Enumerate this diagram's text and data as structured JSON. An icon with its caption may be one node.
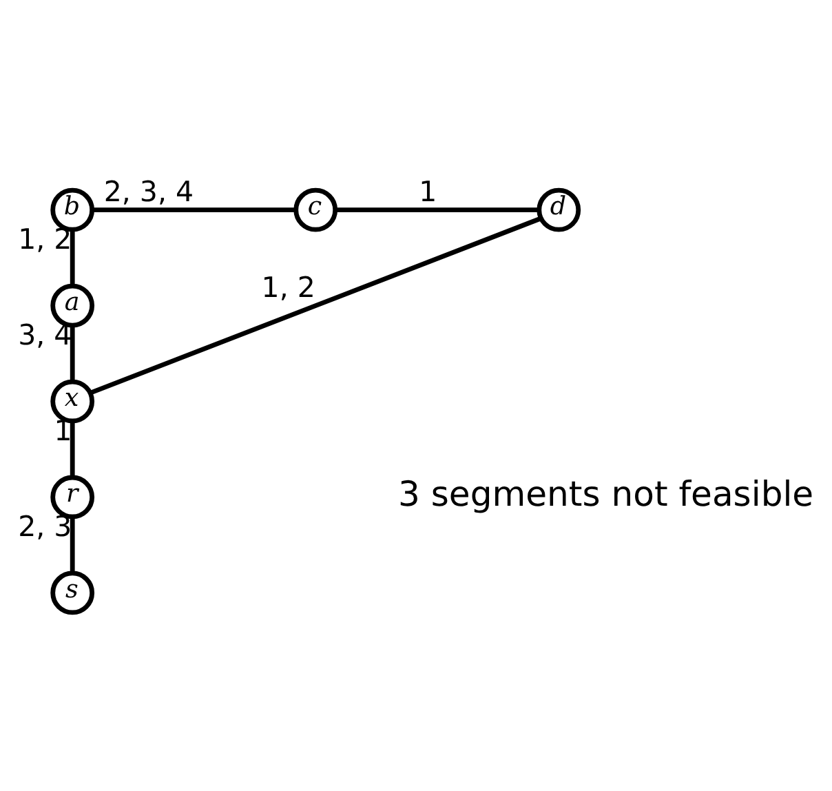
{
  "diagram": {
    "nodes": [
      {
        "text": [
          "b"
        ]
      },
      {
        "text": [
          "c"
        ]
      },
      {
        "text": [
          "d"
        ]
      },
      {
        "text": [
          "a"
        ]
      },
      {
        "text": [
          "x"
        ]
      },
      {
        "text": [
          "r"
        ]
      },
      {
        "text": [
          "s"
        ]
      }
    ],
    "edges": [
      {
        "from": 0,
        "to": 1,
        "arrow": "none",
        "label": "2, 3, 4"
      },
      {
        "from": 1,
        "to": 2,
        "arrow": "none",
        "label": "1"
      },
      {
        "from": 0,
        "to": 3,
        "arrow": "none",
        "label": "1, 2"
      },
      {
        "from": 3,
        "to": 4,
        "arrow": "none",
        "label": "3, 4"
      },
      {
        "from": 4,
        "to": 2,
        "arrow": "none",
        "label": "1, 2"
      },
      {
        "from": 4,
        "to": 5,
        "arrow": "none",
        "label": "1"
      },
      {
        "from": 5,
        "to": 6,
        "arrow": "none",
        "label": "2, 3"
      }
    ],
    "labels": [
      "3 segments not feasible"
    ]
  }
}
